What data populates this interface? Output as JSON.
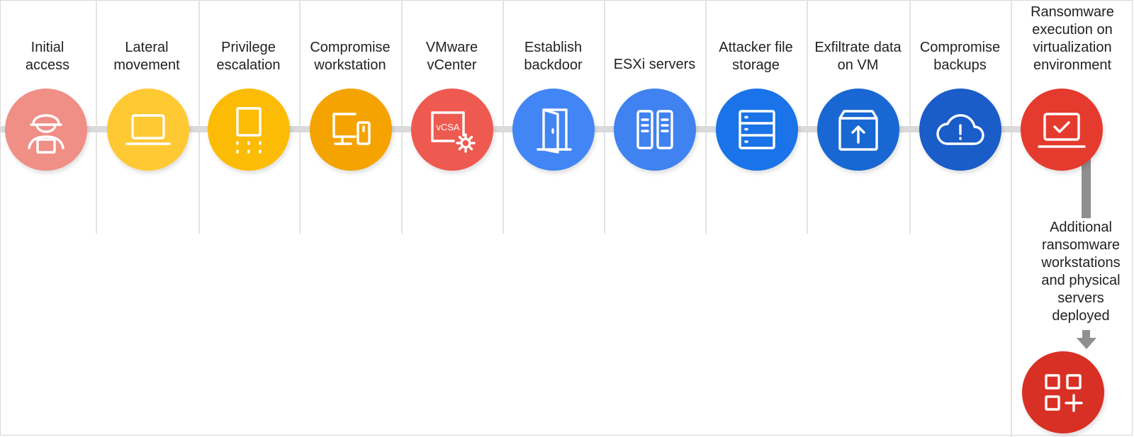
{
  "steps": [
    {
      "label_line1": "Initial",
      "label_line2": "access",
      "color": "#F08F86",
      "icon": "hacker-icon"
    },
    {
      "label_line1": "Lateral",
      "label_line2": "movement",
      "color": "#FFC934",
      "icon": "laptop-icon"
    },
    {
      "label_line1": "Privilege",
      "label_line2": "escalation",
      "color": "#FCBC05",
      "icon": "elevation-icon"
    },
    {
      "label_line1": "Compromise",
      "label_line2": "workstation",
      "color": "#F5A300",
      "icon": "workstation-icon"
    },
    {
      "label_line1": "VMware",
      "label_line2": "vCenter",
      "color": "#EE5A50",
      "icon": "vcsa-icon",
      "icon_text": "vCSA"
    },
    {
      "label_line1": "Establish",
      "label_line2": "backdoor",
      "color": "#4285F4",
      "icon": "door-icon"
    },
    {
      "label_line1": "ESXi servers",
      "label_line2": "",
      "color": "#3F82F0",
      "icon": "server-rack-icon"
    },
    {
      "label_line1": "Attacker file",
      "label_line2": "storage",
      "color": "#1A73E8",
      "icon": "storage-icon"
    },
    {
      "label_line1": "Exfiltrate data",
      "label_line2": "on VM",
      "color": "#1967D2",
      "icon": "upload-icon"
    },
    {
      "label_line1": "Compromise",
      "label_line2": "backups",
      "color": "#1A5CC8",
      "icon": "cloud-alert-icon"
    }
  ],
  "final_step": {
    "label_lines": [
      "Ransomware",
      "execution on",
      "virtualization",
      "environment"
    ],
    "color": "#E53B2F",
    "icon": "laptop-check-icon"
  },
  "deployed_step": {
    "label_lines": [
      "Additional",
      "ransomware",
      "workstations",
      "and physical",
      "servers",
      "deployed"
    ],
    "color": "#D93025",
    "icon": "apps-add-icon"
  }
}
